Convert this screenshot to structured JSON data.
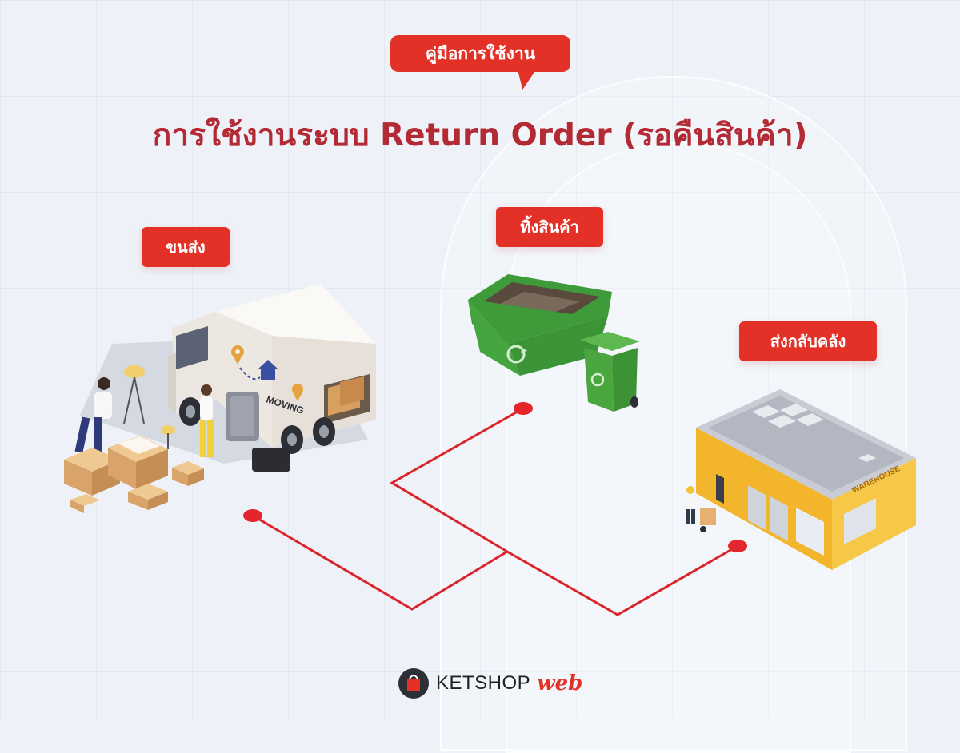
{
  "header": {
    "badge": "คู่มือการใช้งาน",
    "title": "การใช้งานระบบ Return Order (รอคืนสินค้า)"
  },
  "labels": {
    "shipping": "ขนส่ง",
    "discard": "ทิ้งสินค้า",
    "return_warehouse": "ส่งกลับคลัง"
  },
  "illustrations": {
    "truck_text": "MOVING",
    "warehouse_text": "WAREHOUSE"
  },
  "brand": {
    "name": "KETSHOP",
    "suffix": "web"
  },
  "colors": {
    "accent": "#e33127",
    "title": "#b32a34",
    "line": "#d9262c",
    "background": "#eef2f8"
  },
  "icons": [
    "recycle-icon",
    "location-pin-icon",
    "house-icon",
    "ketshop-logo-icon"
  ]
}
